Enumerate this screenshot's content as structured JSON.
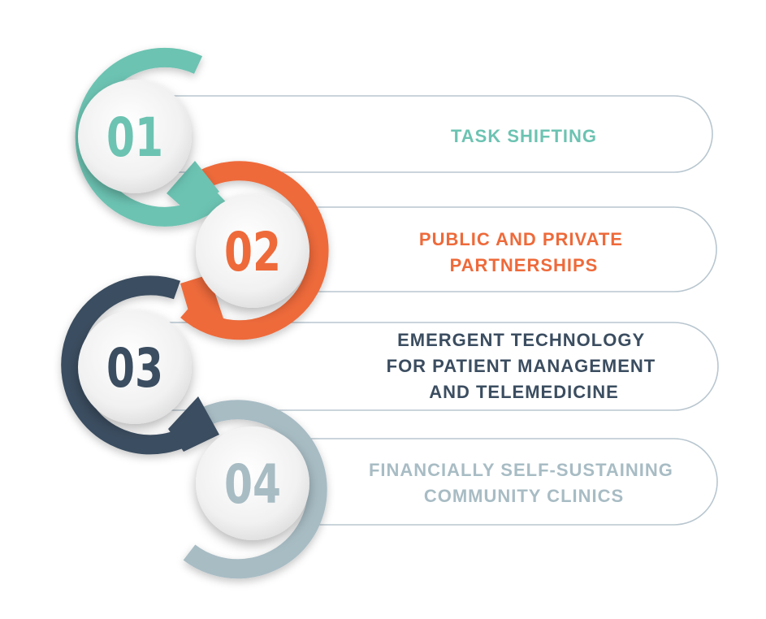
{
  "steps": [
    {
      "number": "01",
      "title_lines": [
        "TASK SHIFTING"
      ],
      "color": "#6cc3b2"
    },
    {
      "number": "02",
      "title_lines": [
        "PUBLIC AND PRIVATE",
        "PARTNERSHIPS"
      ],
      "color": "#ee6a3a"
    },
    {
      "number": "03",
      "title_lines": [
        "EMERGENT TECHNOLOGY",
        "FOR PATIENT MANAGEMENT",
        "AND TELEMEDICINE"
      ],
      "color": "#3b4d60"
    },
    {
      "number": "04",
      "title_lines": [
        "FINANCIALLY SELF-SUSTAINING",
        "COMMUNITY CLINICS"
      ],
      "color": "#a8bcc4"
    }
  ],
  "colors": {
    "pill_border": "#b8c6cf",
    "disc_fill": "#f2f2f2",
    "disc_shadow": "#cfd4d8"
  }
}
